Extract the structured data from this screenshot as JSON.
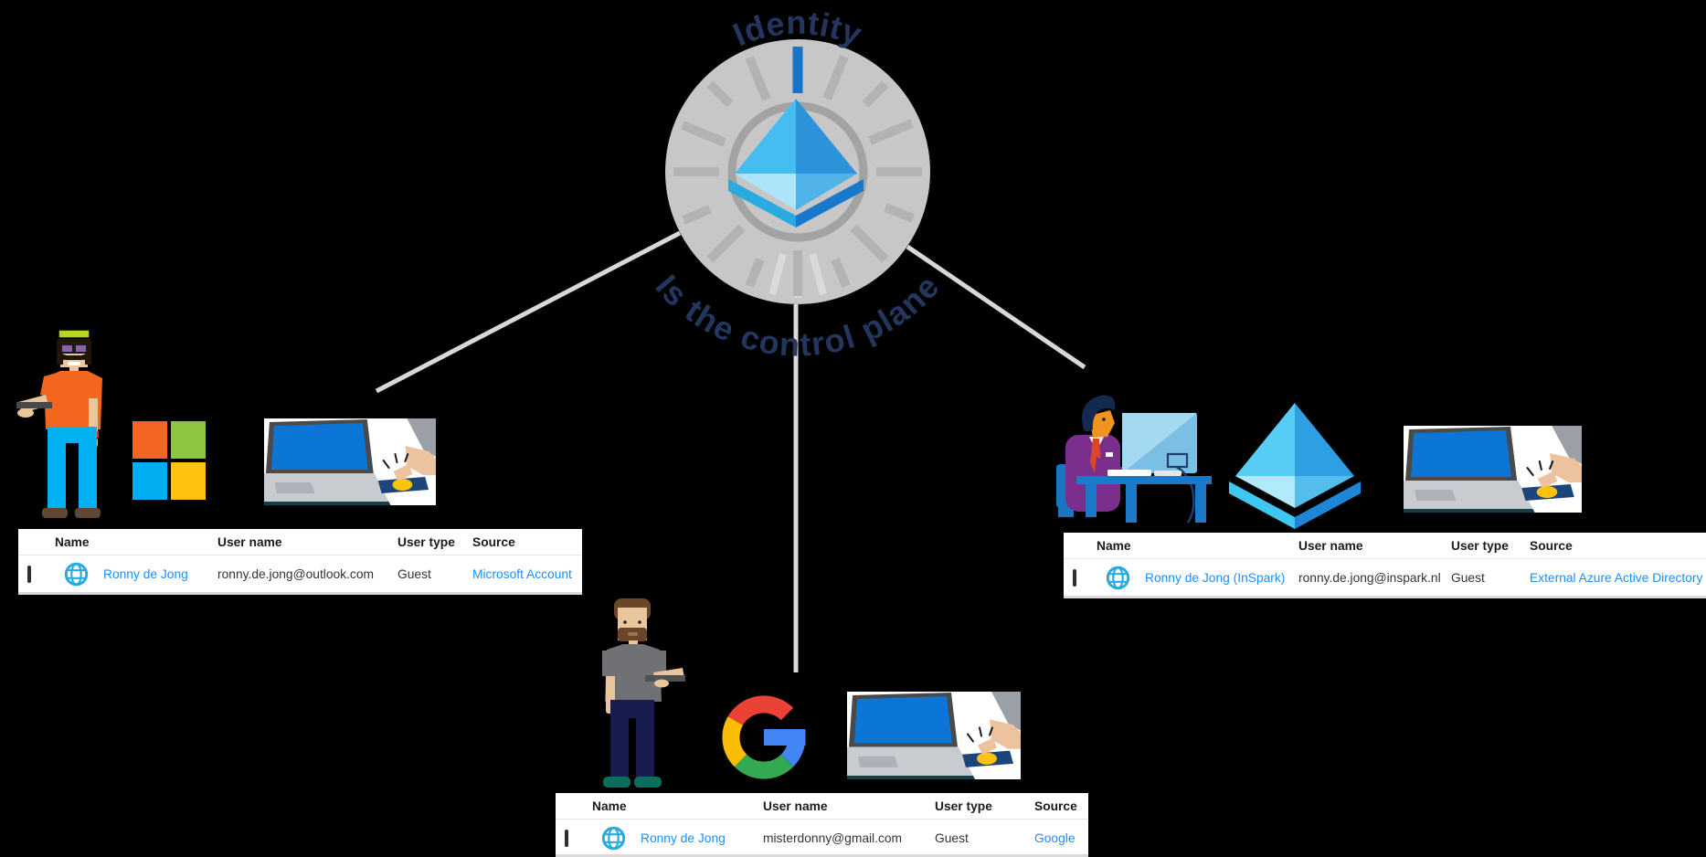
{
  "arc_title_top": "Identity",
  "arc_title_bottom": "Is the control plane",
  "table_columns": [
    "Name",
    "User name",
    "User type",
    "Source"
  ],
  "tables": {
    "microsoft_account": {
      "name": "Ronny de Jong",
      "user_name": "ronny.de.jong@outlook.com",
      "user_type": "Guest",
      "source": "Microsoft Account"
    },
    "external_azure_ad": {
      "name": "Ronny de Jong (InSpark)",
      "user_name": "ronny.de.jong@inspark.nl",
      "user_type": "Guest",
      "source": "External Azure Active Directory"
    },
    "google": {
      "name": "Ronny de Jong",
      "user_name": "misterdonny@gmail.com",
      "user_type": "Guest",
      "source": "Google"
    }
  },
  "icons": {
    "globe_avatar": "globe-avatar-icon",
    "checkbox": "row-checkbox",
    "dial": "identity-dial-icon",
    "azure_ad_pyramid": "azure-ad-logo-icon",
    "microsoft_squares": "microsoft-logo-icon",
    "google_g": "google-logo-icon",
    "laptop_fingerprint": "laptop-fingerprint-icon"
  },
  "colors": {
    "background": "#000000",
    "arc_text": "#24365e",
    "dial_body": "#c7c7c7",
    "dial_ticks": "#b3b3b3",
    "dial_pointer_blue": "#1574c8",
    "connector_line": "#d8d8d8",
    "link_blue": "#1e8ef7",
    "table_text": "#333333",
    "globe_blue": "#29abe2",
    "microsoft_logo": [
      "#f26522",
      "#8dc63f",
      "#00aeef",
      "#ffc20e"
    ],
    "google_logo": [
      "#EA4335",
      "#FBBC05",
      "#34A853",
      "#4285F4"
    ],
    "azure_ad_blue": "#2f9fe3"
  }
}
